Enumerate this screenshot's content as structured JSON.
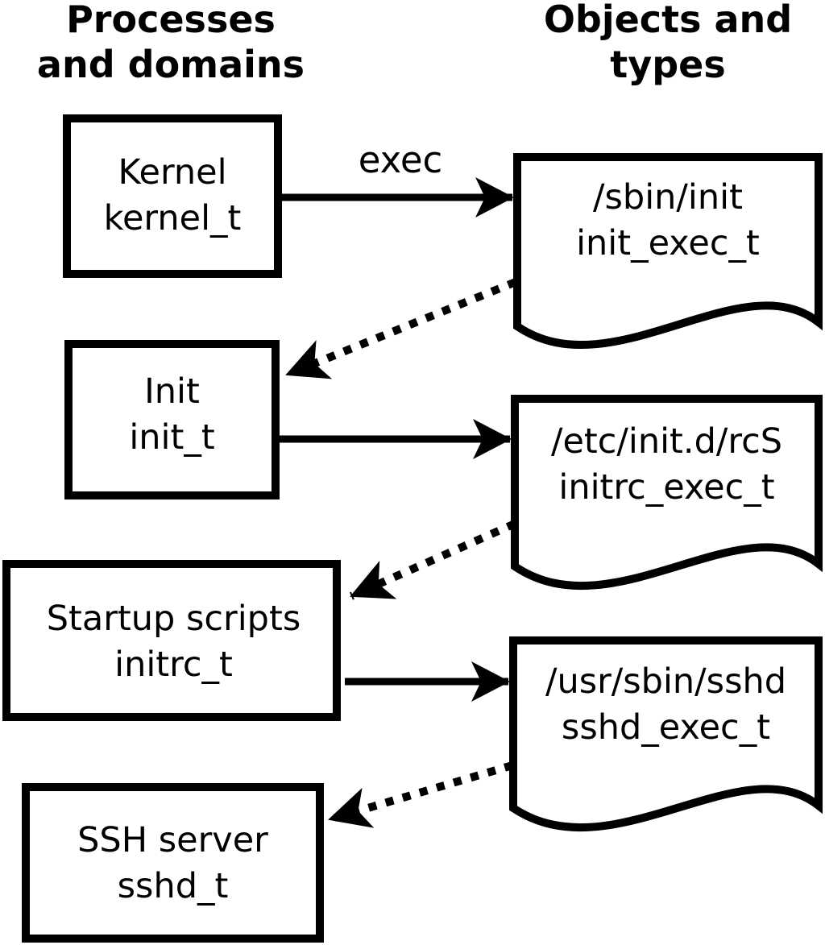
{
  "diagram": {
    "title_hint": "SELinux domain transition diagram",
    "column_headers": {
      "left": {
        "line1": "Processes",
        "line2": "and domains"
      },
      "right": {
        "line1": "Objects and",
        "line2": "types"
      }
    },
    "process_nodes": [
      {
        "label": "Kernel",
        "type": "kernel_t"
      },
      {
        "label": "Init",
        "type": "init_t"
      },
      {
        "label": "Startup scripts",
        "type": "initrc_t"
      },
      {
        "label": "SSH server",
        "type": "sshd_t"
      }
    ],
    "object_nodes": [
      {
        "path": "/sbin/init",
        "type": "init_exec_t"
      },
      {
        "path": "/etc/init.d/rcS",
        "type": "initrc_exec_t"
      },
      {
        "path": "/usr/sbin/sshd",
        "type": "sshd_exec_t"
      }
    ],
    "edge_labels": {
      "exec": "exec"
    },
    "edges": [
      {
        "from": "kernel_t",
        "to": "init_exec_t",
        "style": "solid",
        "label": "exec"
      },
      {
        "from": "init_exec_t",
        "to": "init_t",
        "style": "dotted",
        "label": ""
      },
      {
        "from": "init_t",
        "to": "initrc_exec_t",
        "style": "solid",
        "label": ""
      },
      {
        "from": "initrc_exec_t",
        "to": "initrc_t",
        "style": "dotted",
        "label": ""
      },
      {
        "from": "initrc_t",
        "to": "sshd_exec_t",
        "style": "solid",
        "label": ""
      },
      {
        "from": "sshd_exec_t",
        "to": "sshd_t",
        "style": "dotted",
        "label": ""
      }
    ],
    "colors": {
      "stroke": "#000000",
      "background": "#ffffff",
      "text": "#000000"
    }
  }
}
